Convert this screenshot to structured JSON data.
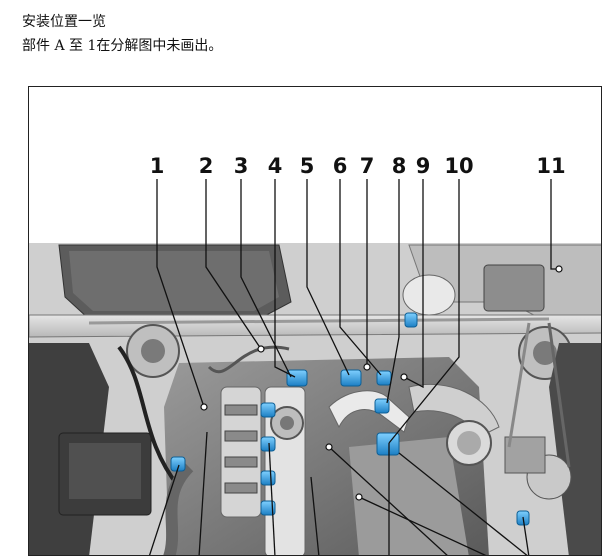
{
  "header": {
    "title": "安装位置一览",
    "note": "部件 A 至 1在分解图中未画出。"
  },
  "diagram": {
    "callouts": [
      "1",
      "2",
      "3",
      "4",
      "5",
      "6",
      "7",
      "8",
      "9",
      "10",
      "11"
    ],
    "colors": {
      "highlight": "#2d9be0",
      "frame": "#222222",
      "engine_light": "#d8d8d8",
      "engine_mid": "#a9a9a9",
      "engine_dark": "#4a4a4a"
    }
  }
}
